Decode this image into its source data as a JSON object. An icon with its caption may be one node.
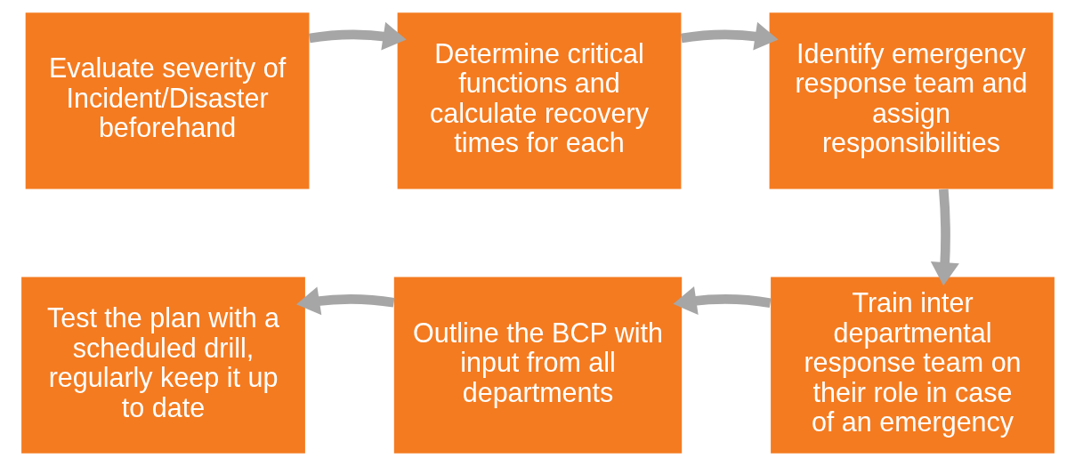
{
  "diagram": {
    "nodes": [
      {
        "text": [
          "Evaluate severity of Incident/Disaster beforehand"
        ]
      },
      {
        "text": [
          "Determine critical functions and calculate recovery times for each"
        ]
      },
      {
        "text": [
          "Identify emergency response team and assign responsibilities"
        ]
      },
      {
        "text": [
          "Train inter departmental response team on their role in case of an emergency"
        ]
      },
      {
        "text": [
          "Outline the BCP with input from all departments"
        ]
      },
      {
        "text": [
          "Test the plan with a scheduled drill, regularly keep it up to date"
        ]
      }
    ],
    "edges": [
      {
        "from": 0,
        "to": 1,
        "arrow": "to"
      },
      {
        "from": 1,
        "to": 2,
        "arrow": "to"
      },
      {
        "from": 2,
        "to": 3,
        "arrow": "to"
      },
      {
        "from": 3,
        "to": 4,
        "arrow": "to"
      },
      {
        "from": 4,
        "to": 5,
        "arrow": "to"
      }
    ]
  }
}
